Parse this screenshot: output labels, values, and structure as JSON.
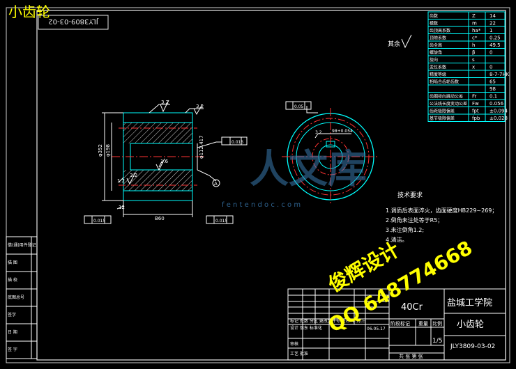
{
  "part_title": "小齿轮",
  "drawing_number_mirror": "JLY3809-03-02",
  "roughness_note": "其余",
  "param_table": [
    {
      "label": "齿数",
      "symbol": "Z",
      "value": "14"
    },
    {
      "label": "模数",
      "symbol": "m",
      "value": "22"
    },
    {
      "label": "齿顶高系数",
      "symbol": "ha*",
      "value": "1"
    },
    {
      "label": "顶隙系数",
      "symbol": "c*",
      "value": "0.25"
    },
    {
      "label": "齿全高",
      "symbol": "h",
      "value": "49.5"
    },
    {
      "label": "螺旋角",
      "symbol": "β",
      "value": "0"
    },
    {
      "label": "旋向",
      "symbol": "s",
      "value": ""
    },
    {
      "label": "变位系数",
      "symbol": "x",
      "value": "0"
    },
    {
      "label": "精度等级",
      "symbol": "",
      "value": "8-7-7HK"
    },
    {
      "label": "相啮合齿轮齿数",
      "symbol": "",
      "value": "65"
    },
    {
      "label": "",
      "symbol": "",
      "value": "98"
    },
    {
      "label": "齿圈径向跳动公差",
      "symbol": "Fr",
      "value": "0.1"
    },
    {
      "label": "公法线长度变动公差",
      "symbol": "Fw",
      "value": "0.056"
    },
    {
      "label": "齿距极限偏差",
      "symbol": "fpt",
      "value": "±0.094"
    },
    {
      "label": "基节极限偏差",
      "symbol": "fpb",
      "value": "±0.028"
    }
  ],
  "dimensions": {
    "roughness_top_left": "3.2",
    "roughness_top_right": "3.2",
    "roughness_bore": "1.6",
    "roughness_side": "3.2",
    "width": "B60",
    "d_tip": "φ352",
    "d_root": "φ198",
    "d_bore": "φ112.417",
    "tol_position": "0.015",
    "tol_runout_left": "0.015",
    "tol_runout_right": "0.015",
    "tol_sym": "0.05",
    "keyway_dim": "98+0.054",
    "datum": "A",
    "chamfer_a": "1.2",
    "chamfer_b": "1.2",
    "chamfer_c": "3.2",
    "chamfer_d": "12"
  },
  "tech_req": {
    "heading": "技术要求",
    "items": [
      "1.调质后表面淬火，齿面硬度HB229~269；",
      "2.倒角未注处等于R5；",
      "3.未注倒角1.2;",
      "4.清洁。"
    ]
  },
  "left_strip": [
    "借(通)用件登记",
    "描 图",
    "描 校",
    "底图总号",
    "签字",
    "日 期",
    "签 字"
  ],
  "title_block": {
    "material": "40Cr",
    "school": "盐城工学院",
    "part_name": "小齿轮",
    "drawing_no": "JLY3809-03-02",
    "scale_label": "比例",
    "scale": "1/5",
    "stage_label": "阶段标记",
    "weight_label": "重量",
    "sheets": "共 张 第 张",
    "rows": [
      "标记 处数 分区 更改文件号 签名 年.月.日",
      "设计 翁东 标准化",
      "审核",
      "工艺 批准"
    ],
    "date": "06.05.17"
  },
  "watermarks": {
    "site": "f e n t e n d o c . c o m",
    "logo": "人文库",
    "seller": "俊辉设计",
    "qq": "QQ 648774668"
  }
}
